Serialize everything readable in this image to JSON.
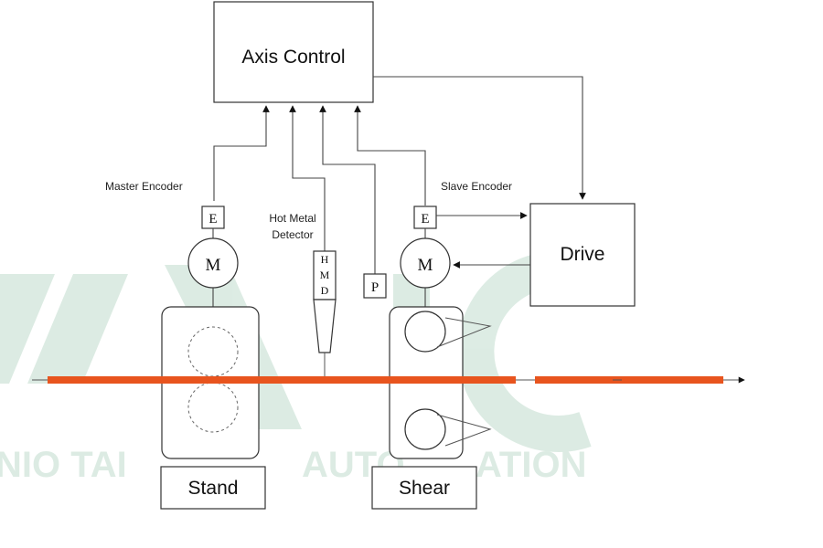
{
  "diagram": {
    "axis_control": {
      "label": "Axis Control"
    },
    "drive": {
      "label": "Drive"
    },
    "stand": {
      "label": "Stand"
    },
    "shear": {
      "label": "Shear"
    },
    "master_encoder": {
      "label": "Master Encoder",
      "symbol": "E"
    },
    "slave_encoder": {
      "label": "Slave Encoder",
      "symbol": "E"
    },
    "master_motor": {
      "symbol": "M"
    },
    "slave_motor": {
      "symbol": "M"
    },
    "hot_metal_detector": {
      "label_line1": "Hot Metal",
      "label_line2": "Detector",
      "letters": [
        "H",
        "M",
        "D"
      ]
    },
    "pulse_sensor": {
      "symbol": "P"
    }
  },
  "watermark": {
    "text": "NIO TAI... AUTOMATION",
    "color": "#2e8b57"
  },
  "colors": {
    "strip": "#e8541e",
    "lines": "#444444"
  }
}
